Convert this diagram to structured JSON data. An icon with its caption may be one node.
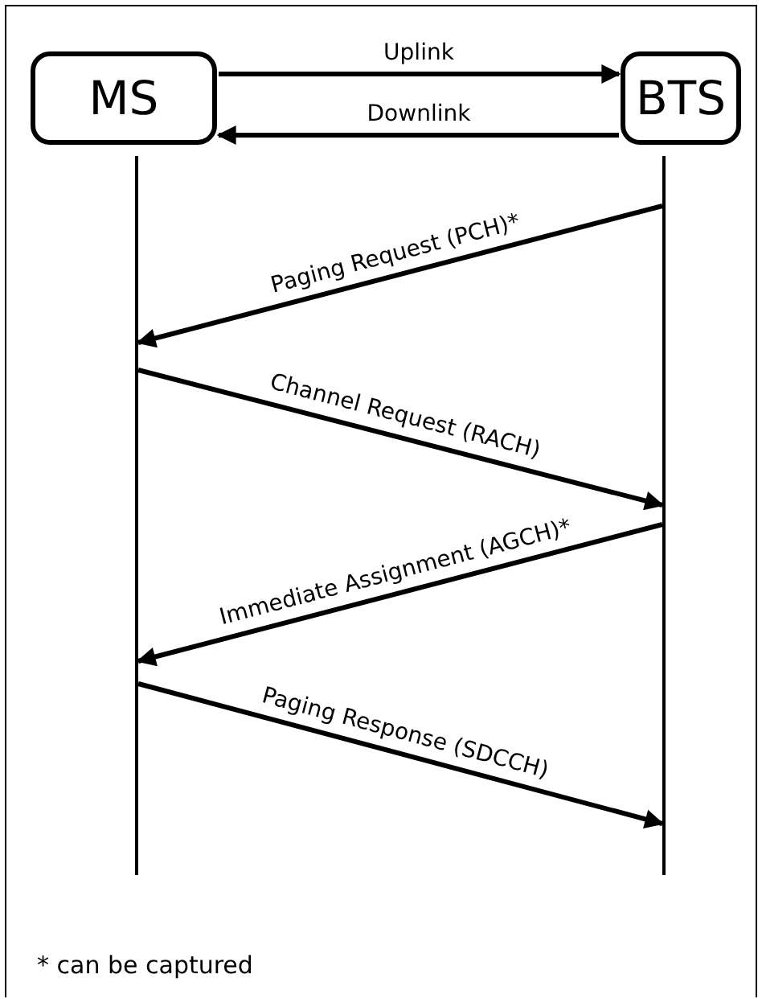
{
  "diagram": {
    "nodes": [
      {
        "text": [
          "MS"
        ]
      },
      {
        "text": [
          "BTS"
        ]
      }
    ],
    "edges": [
      {
        "from": 0,
        "to": 1,
        "arrow": "to",
        "label": "Uplink"
      },
      {
        "from": 1,
        "to": 0,
        "arrow": "to",
        "label": "Downlink"
      },
      {
        "from": 1,
        "to": 0,
        "arrow": "to",
        "label": "Paging Request (PCH)*"
      },
      {
        "from": 0,
        "to": 1,
        "arrow": "to",
        "label": "Channel Request (RACH)"
      },
      {
        "from": 1,
        "to": 0,
        "arrow": "to",
        "label": "Immediate Assignment (AGCH)*"
      },
      {
        "from": 0,
        "to": 1,
        "arrow": "to",
        "label": "Paging Response (SDCCH)"
      }
    ],
    "labels": [
      "* can be captured"
    ]
  }
}
